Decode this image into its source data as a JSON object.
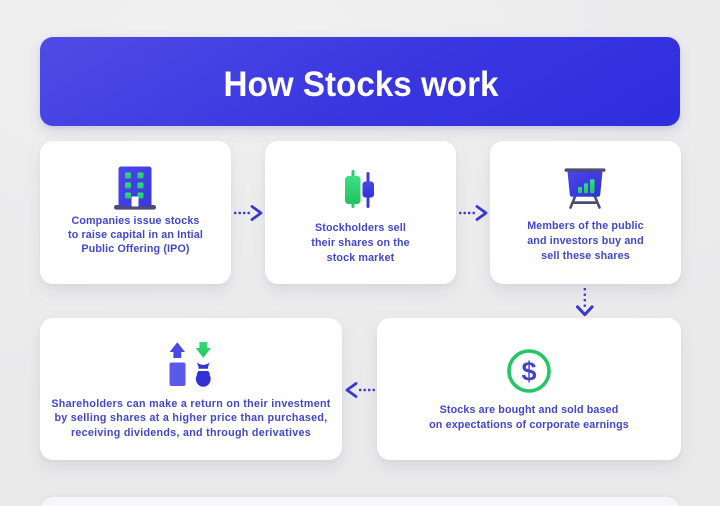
{
  "header": {
    "title": "How Stocks work"
  },
  "cards": [
    {
      "id": "companies-issue-stocks",
      "icon": "building-icon",
      "text": "Companies issue stocks to raise capital in an Intial Public Offering (IPO)",
      "lines": [
        "Companies issue stocks",
        "to raise capital in an Intial",
        "Public Offering (IPO)"
      ]
    },
    {
      "id": "stockholders-sell",
      "icon": "candlestick-chart-icon",
      "text": "Stockholders sell their shares on the stock market",
      "lines": [
        "Stockholders sell",
        "their shares on the",
        "stock market"
      ]
    },
    {
      "id": "public-buy-sell",
      "icon": "presentation-chart-icon",
      "text": "Members of the public and investors buy and sell these shares",
      "lines": [
        "Members of the public",
        "and investors buy and",
        "sell these shares"
      ]
    },
    {
      "id": "stocks-bought-sold",
      "icon": "dollar-circle-icon",
      "text": "Stocks are bought and sold based on expectations of corporate earnings",
      "lines": [
        "Stocks are bought and sold based",
        "on expectations of corporate earnings"
      ]
    },
    {
      "id": "shareholders-return",
      "icon": "return-arrows-money-bag-icon",
      "text": "Shareholders can make a return on their investment by selling shares at a higher price than purchased, receiving dividends, and through derivatives",
      "lines": [
        "Shareholders can make a return on their investment",
        "by selling shares at a higher price than purchased,",
        "receiving dividends, and through derivatives"
      ]
    }
  ],
  "flow": [
    {
      "from": "companies-issue-stocks",
      "to": "stockholders-sell",
      "direction": "right"
    },
    {
      "from": "stockholders-sell",
      "to": "public-buy-sell",
      "direction": "right"
    },
    {
      "from": "public-buy-sell",
      "to": "stocks-bought-sold",
      "direction": "down"
    },
    {
      "from": "stocks-bought-sold",
      "to": "shareholders-return",
      "direction": "left"
    }
  ],
  "colors": {
    "header-grad-light": "#4f4ce5",
    "header-grad-mid": "#3a37e0",
    "header-grad-dark": "#2f2dde",
    "title-color": "#ffffff",
    "card-bg": "#ffffff",
    "card-text-color": "#4145cf",
    "arrow-color": "#3a36d6",
    "icon-blue": "#4341e2",
    "icon-green": "#2bcf6e",
    "icon-slate": "#4d4d70",
    "icon-bag-blue": "#3231d4",
    "dollar-ring-green": "#24c765",
    "dollar-sign-color": "#4643ca",
    "footer-bar-color": "#f6f7fa",
    "background-gray": "#ebebec"
  }
}
